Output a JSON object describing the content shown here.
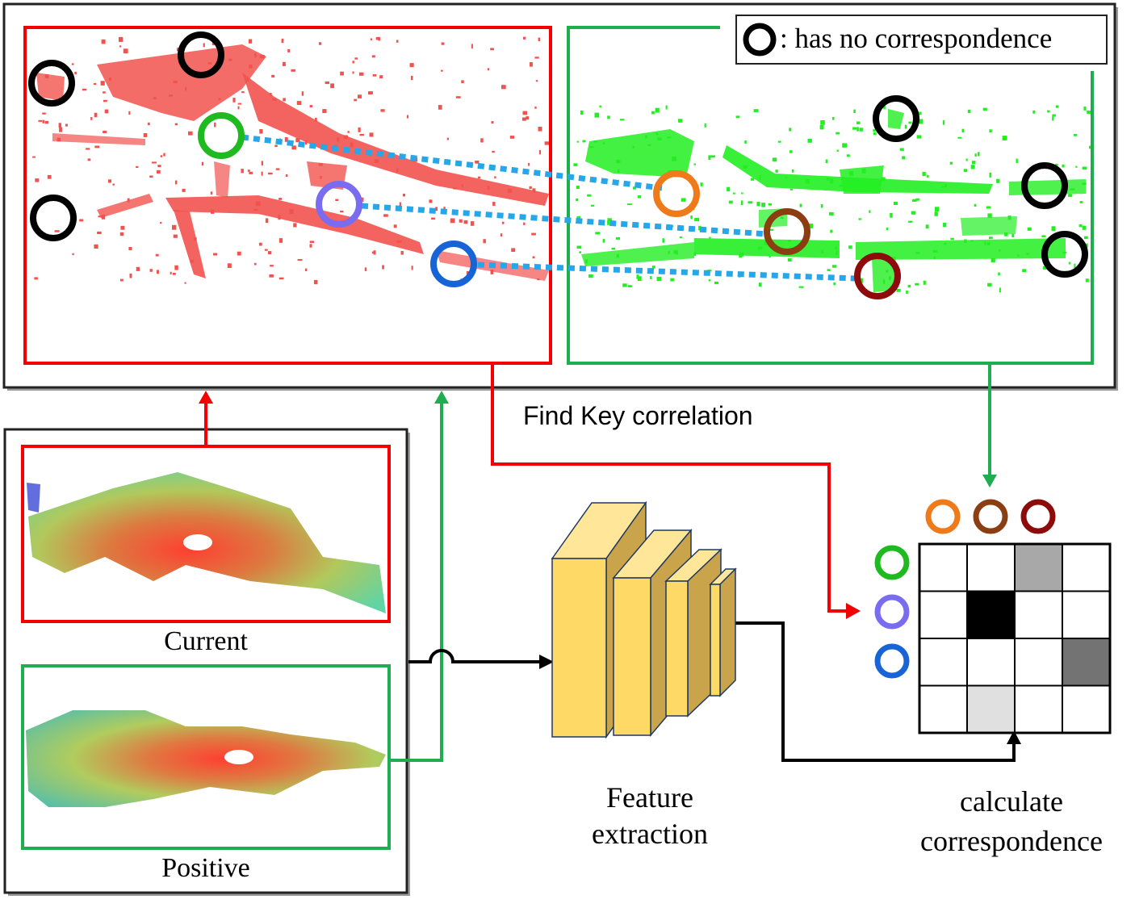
{
  "legend": {
    "text": ": has no correspondence"
  },
  "labels": {
    "find_key": "Find Key correlation",
    "current": "Current",
    "positive": "Positive",
    "feature_1": "Feature",
    "feature_2": "extraction",
    "calc_1": "calculate",
    "calc_2": "correspondence"
  },
  "colors": {
    "current": "#f40000",
    "positive": "#1fae4f",
    "match_line": "#27a7e8",
    "no_match": "#000000",
    "points_current": "#f2524e",
    "points_positive": "#22ee22",
    "feature_block": "#ffd966",
    "feature_edge": "#1f3864"
  },
  "keypoints_current": [
    {
      "name": "green",
      "color": "#1fba1f"
    },
    {
      "name": "purple",
      "color": "#7a6cf0"
    },
    {
      "name": "blue",
      "color": "#1764d6"
    }
  ],
  "keypoints_positive": [
    {
      "name": "orange",
      "color": "#ef7a1a"
    },
    {
      "name": "brown",
      "color": "#8a3e12"
    },
    {
      "name": "darkred",
      "color": "#8e0b0b"
    }
  ],
  "matrix": {
    "rows": 4,
    "cols": 4,
    "cells": [
      [
        0,
        0,
        0.34,
        0
      ],
      [
        0,
        1,
        0,
        0
      ],
      [
        0,
        0,
        0,
        0.55
      ],
      [
        0,
        0.12,
        0,
        0
      ]
    ]
  }
}
